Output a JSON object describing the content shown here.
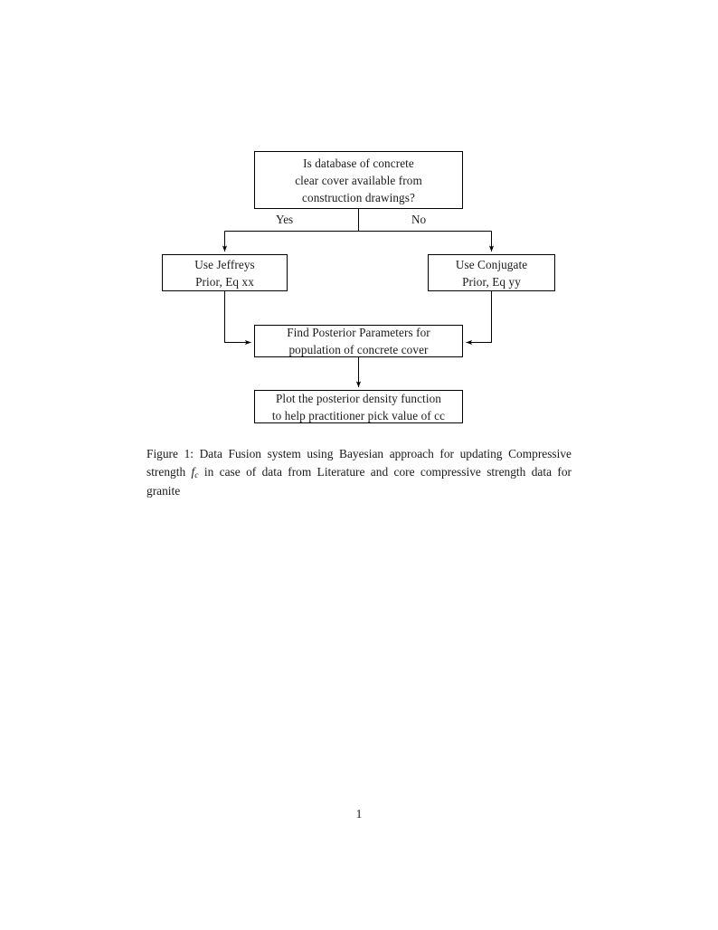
{
  "document": {
    "page_number": "1",
    "figure": {
      "caption_label": "Figure 1:",
      "caption_part1": " Data Fusion system using Bayesian approach for updating Compressive strength ",
      "caption_symbol": "f",
      "caption_symbol_sub": "c",
      "caption_part2": " in case of data from Literature and core compressive strength data for granite"
    }
  },
  "flowchart": {
    "type": "flowchart",
    "orientation": "top-to-bottom",
    "line_color": "#000000",
    "background_color": "#ffffff",
    "nodes": [
      {
        "id": "question",
        "shape": "rectangle",
        "lines": [
          "Is database of concrete",
          "clear cover available from",
          "construction drawings?"
        ]
      },
      {
        "id": "jeffreys",
        "shape": "rectangle",
        "lines": [
          "Use Jeffreys",
          "Prior, Eq xx"
        ]
      },
      {
        "id": "conjugate",
        "shape": "rectangle",
        "lines": [
          "Use Conjugate",
          "Prior, Eq yy"
        ]
      },
      {
        "id": "posterior",
        "shape": "rectangle",
        "lines": [
          "Find Posterior Parameters for",
          "population of concrete cover"
        ]
      },
      {
        "id": "plot",
        "shape": "rectangle",
        "lines": [
          "Plot the posterior density function",
          "to help practitioner pick value of cc"
        ]
      }
    ],
    "edges": [
      {
        "from": "question",
        "to": "jeffreys",
        "label": "Yes"
      },
      {
        "from": "question",
        "to": "conjugate",
        "label": "No"
      },
      {
        "from": "jeffreys",
        "to": "posterior",
        "label": ""
      },
      {
        "from": "conjugate",
        "to": "posterior",
        "label": ""
      },
      {
        "from": "posterior",
        "to": "plot",
        "label": ""
      }
    ]
  }
}
